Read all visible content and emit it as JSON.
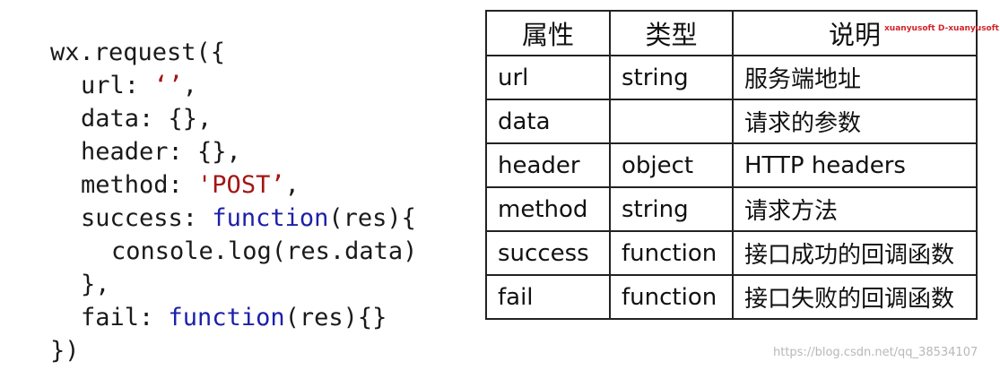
{
  "code": {
    "l1": "wx.request({",
    "l2_key": "url: ",
    "l2_val": "‘’",
    "l2_end": ",",
    "l3": "data: {},",
    "l4": "header: {},",
    "l5_key": "method: ",
    "l5_val": "'POST’",
    "l5_end": ",",
    "l6_key": "success: ",
    "l6_kw": "function",
    "l6_end": "(res){",
    "l7": "console.log(res.data)",
    "l8": "},",
    "l9_key": "fail: ",
    "l9_kw": "function",
    "l9_end": "(res){}",
    "l10": "})"
  },
  "table": {
    "headers": [
      "属性",
      "类型",
      "说明"
    ],
    "rows": [
      [
        "url",
        "string",
        "服务端地址"
      ],
      [
        "data",
        "",
        "请求的参数"
      ],
      [
        "header",
        "object",
        "HTTP headers"
      ],
      [
        "method",
        "string",
        "请求方法"
      ],
      [
        "success",
        "function",
        "接口成功的回调函数"
      ],
      [
        "fail",
        "function",
        "接口失败的回调函数"
      ]
    ]
  },
  "watermarks": {
    "top": "xuanyusoft D-xuanyusoft",
    "bottom": "https://blog.csdn.net/qq_38534107"
  },
  "colors": {
    "keyword": "#1b1fa8",
    "string": "#a31515",
    "watermark_top": "#d2232a"
  }
}
